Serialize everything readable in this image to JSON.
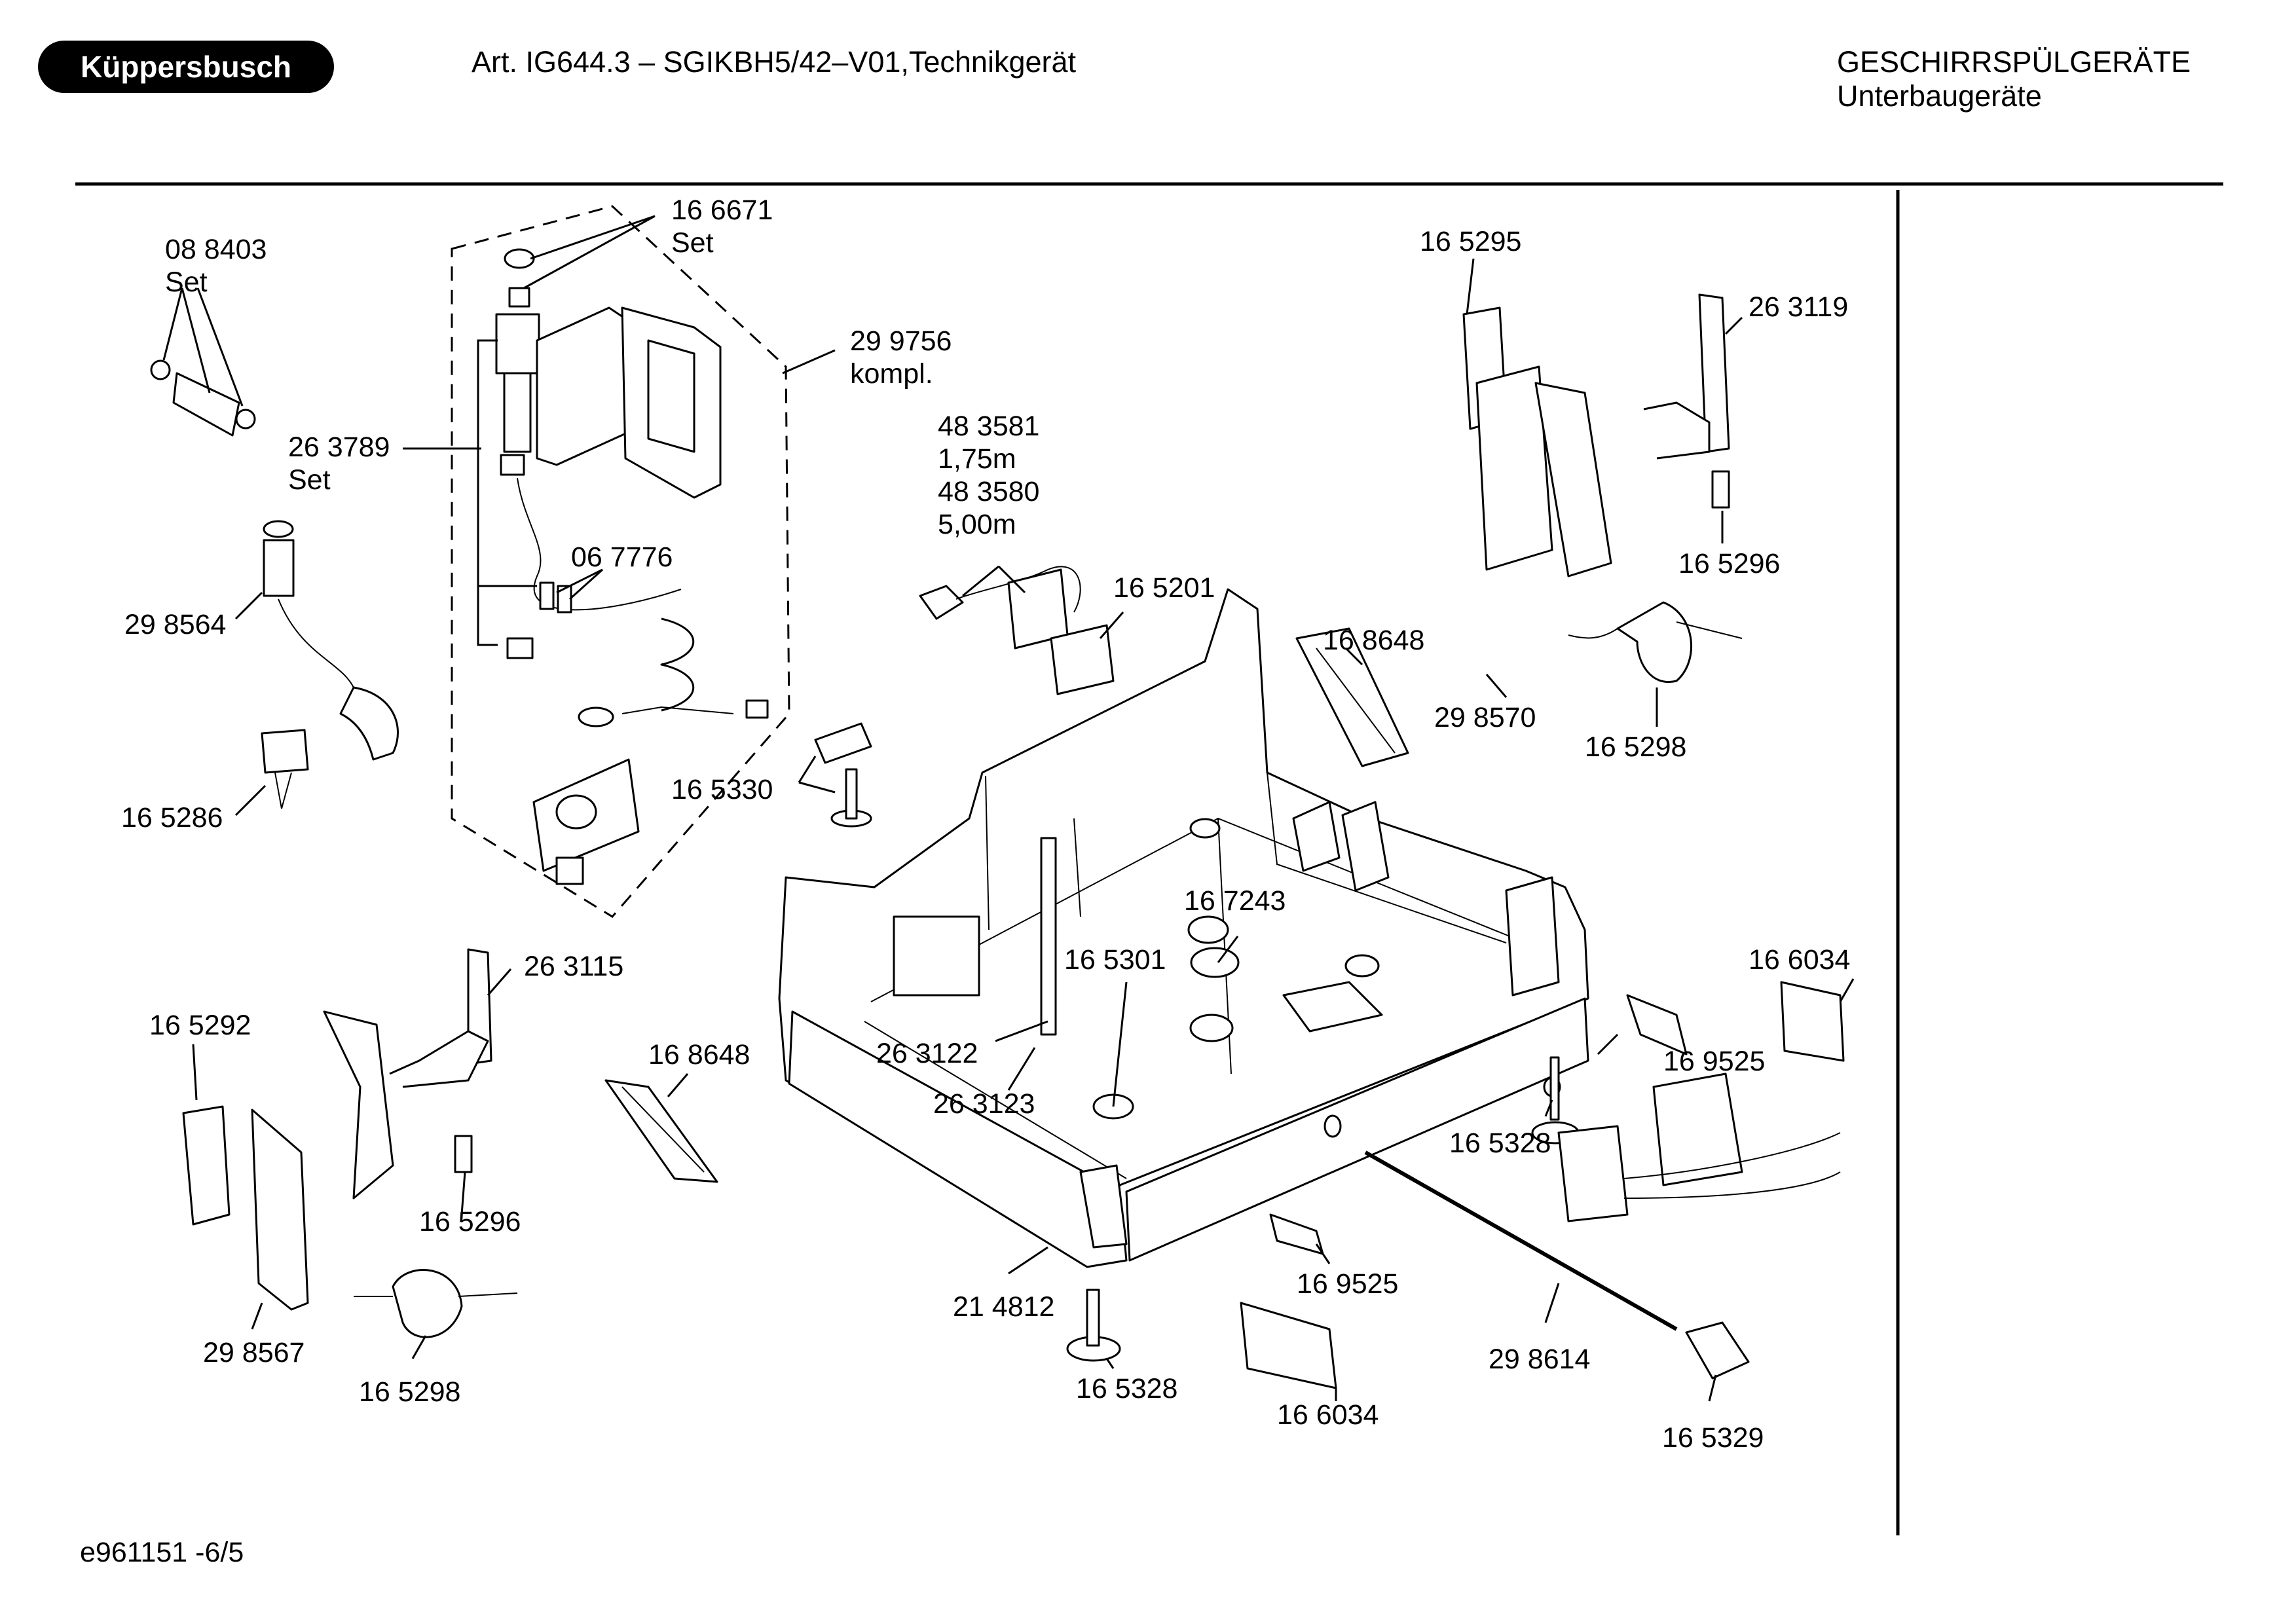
{
  "header": {
    "logo": "Küppersbusch",
    "article": "Art. IG644.3 – SGIKBH5/42–V01,Technikgerät",
    "category": "GESCHIRRSPÜLGERÄTE",
    "subcategory": "Unterbaugeräte"
  },
  "footer": {
    "drawing_id": "e961151 -6/5"
  },
  "callouts": [
    {
      "id": "c1",
      "lines": [
        "08 8403",
        "Set"
      ]
    },
    {
      "id": "c2",
      "lines": [
        "16 6671",
        "Set"
      ]
    },
    {
      "id": "c3",
      "lines": [
        "29 9756",
        "kompl."
      ]
    },
    {
      "id": "c4",
      "lines": [
        "26 3789",
        "Set"
      ]
    },
    {
      "id": "c5",
      "lines": [
        "06 7776"
      ]
    },
    {
      "id": "c6",
      "lines": [
        "29 8564"
      ]
    },
    {
      "id": "c7",
      "lines": [
        "16 5286"
      ]
    },
    {
      "id": "c8",
      "lines": [
        "48 3581",
        "1,75m",
        "48 3580",
        "5,00m"
      ]
    },
    {
      "id": "c9",
      "lines": [
        "16 5201"
      ]
    },
    {
      "id": "c10",
      "lines": [
        "16 5330"
      ]
    },
    {
      "id": "c11",
      "lines": [
        "16 5295"
      ]
    },
    {
      "id": "c12",
      "lines": [
        "26 3119"
      ]
    },
    {
      "id": "c13",
      "lines": [
        "16 5296"
      ]
    },
    {
      "id": "c14",
      "lines": [
        "16 8648"
      ]
    },
    {
      "id": "c15",
      "lines": [
        "29 8570"
      ]
    },
    {
      "id": "c16",
      "lines": [
        "16 5298"
      ]
    },
    {
      "id": "c17",
      "lines": [
        "16 7243"
      ]
    },
    {
      "id": "c18",
      "lines": [
        "16 5301"
      ]
    },
    {
      "id": "c19",
      "lines": [
        "26 3115"
      ]
    },
    {
      "id": "c20",
      "lines": [
        "16 5292"
      ]
    },
    {
      "id": "c21",
      "lines": [
        "16 8648"
      ]
    },
    {
      "id": "c22",
      "lines": [
        "26 3122"
      ]
    },
    {
      "id": "c23",
      "lines": [
        "26 3123"
      ]
    },
    {
      "id": "c24",
      "lines": [
        "16 6034"
      ]
    },
    {
      "id": "c25",
      "lines": [
        "16 9525"
      ]
    },
    {
      "id": "c26",
      "lines": [
        "16 5328"
      ]
    },
    {
      "id": "c27",
      "lines": [
        "16 5296"
      ]
    },
    {
      "id": "c28",
      "lines": [
        "29 8567"
      ]
    },
    {
      "id": "c29",
      "lines": [
        "16 5298"
      ]
    },
    {
      "id": "c30",
      "lines": [
        "21 4812"
      ]
    },
    {
      "id": "c31",
      "lines": [
        "16 5328"
      ]
    },
    {
      "id": "c32",
      "lines": [
        "16 9525"
      ]
    },
    {
      "id": "c33",
      "lines": [
        "16 6034"
      ]
    },
    {
      "id": "c34",
      "lines": [
        "29 8614"
      ]
    },
    {
      "id": "c35",
      "lines": [
        "16 5329"
      ]
    }
  ]
}
